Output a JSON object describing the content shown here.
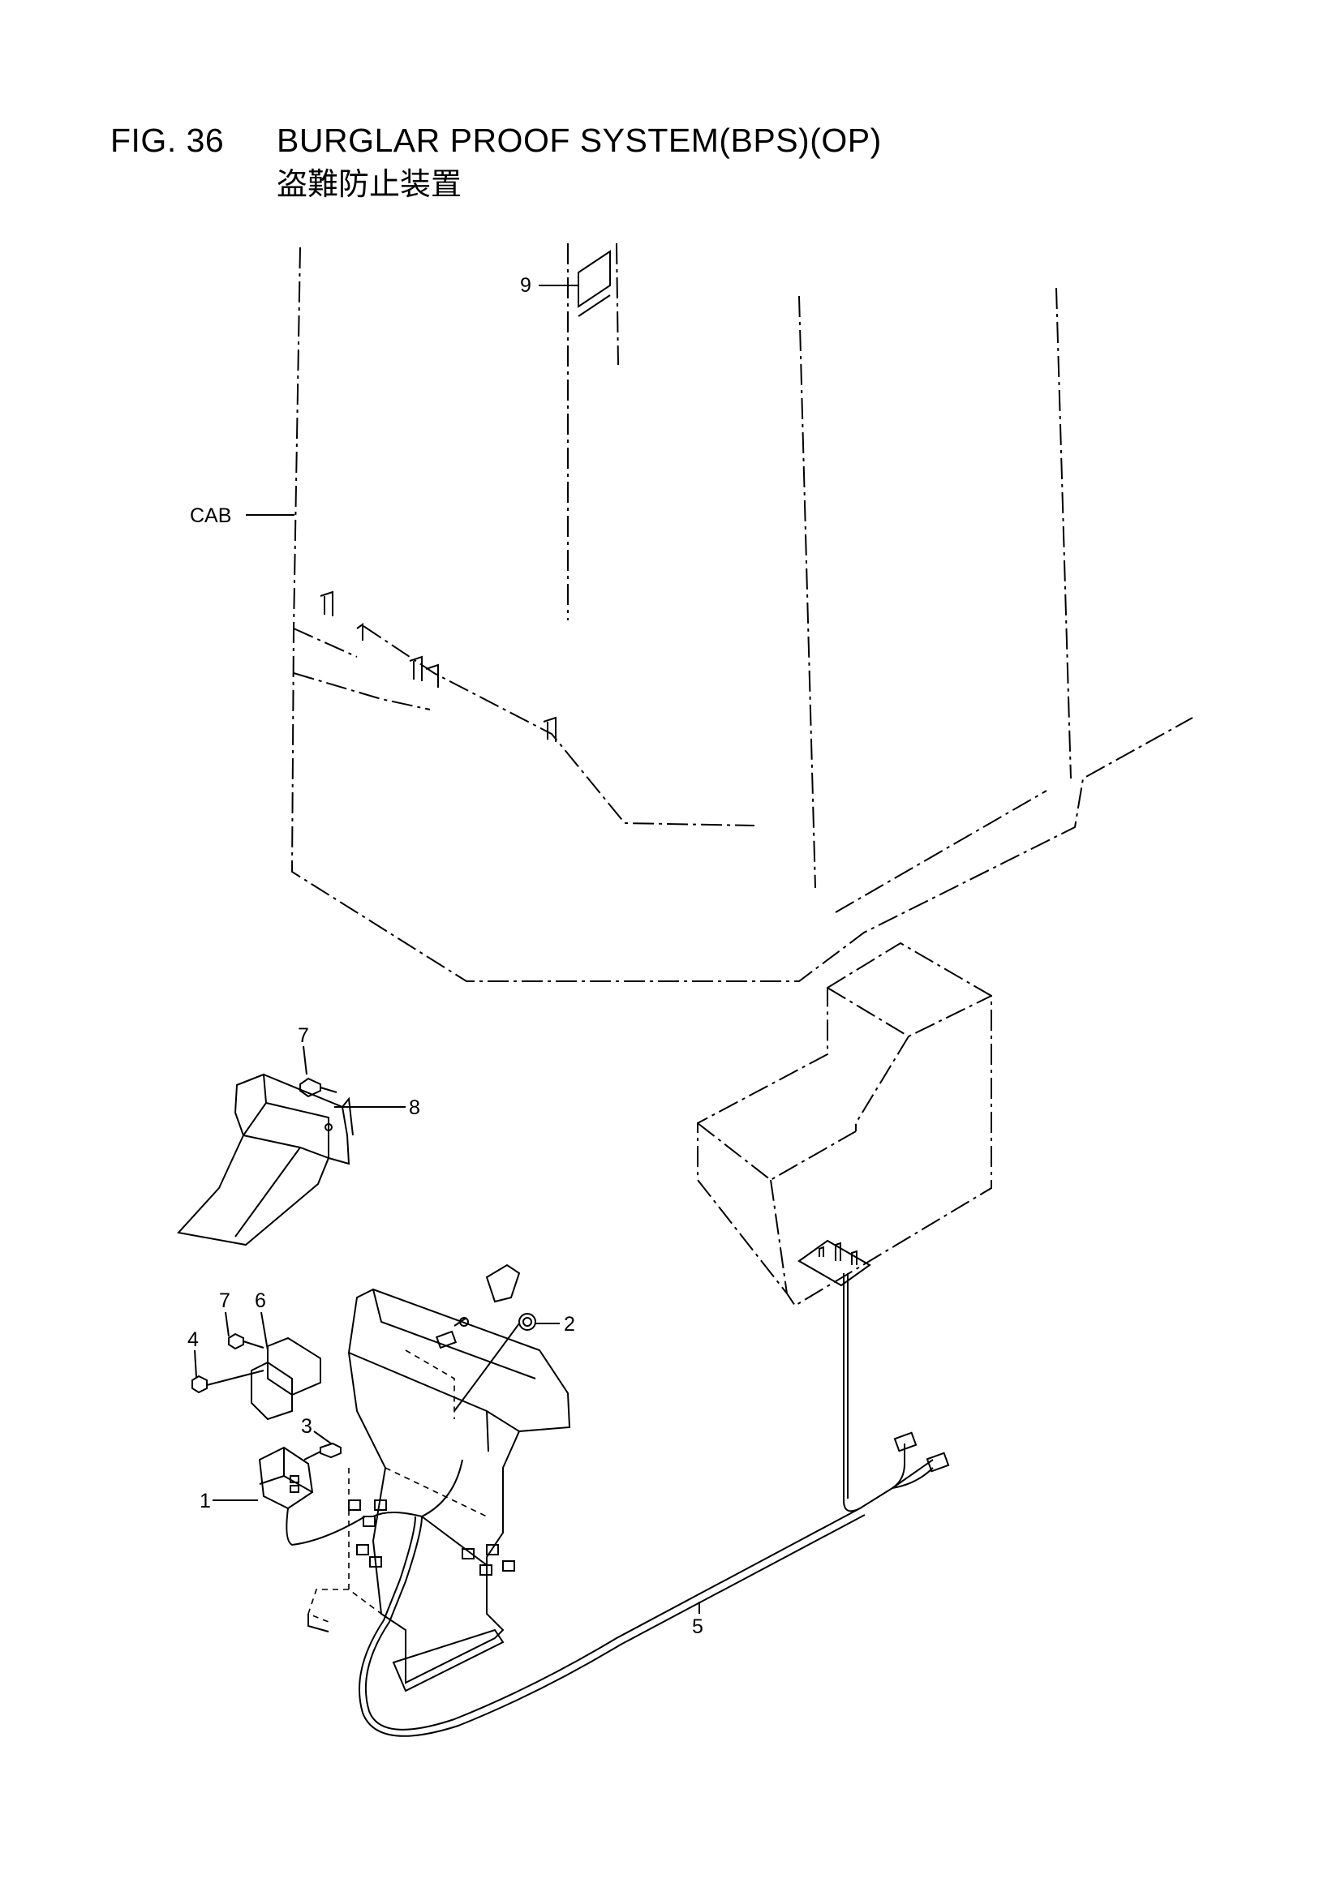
{
  "figure": {
    "number": "FIG. 36",
    "title": "BURGLAR PROOF SYSTEM(BPS)(OP)",
    "subtitle": "盗難防止装置"
  },
  "callouts": {
    "cab": "CAB",
    "p1": "1",
    "p2": "2",
    "p3": "3",
    "p4": "4",
    "p5": "5",
    "p6": "6",
    "p7a": "7",
    "p7b": "7",
    "p8": "8",
    "p9": "9"
  }
}
